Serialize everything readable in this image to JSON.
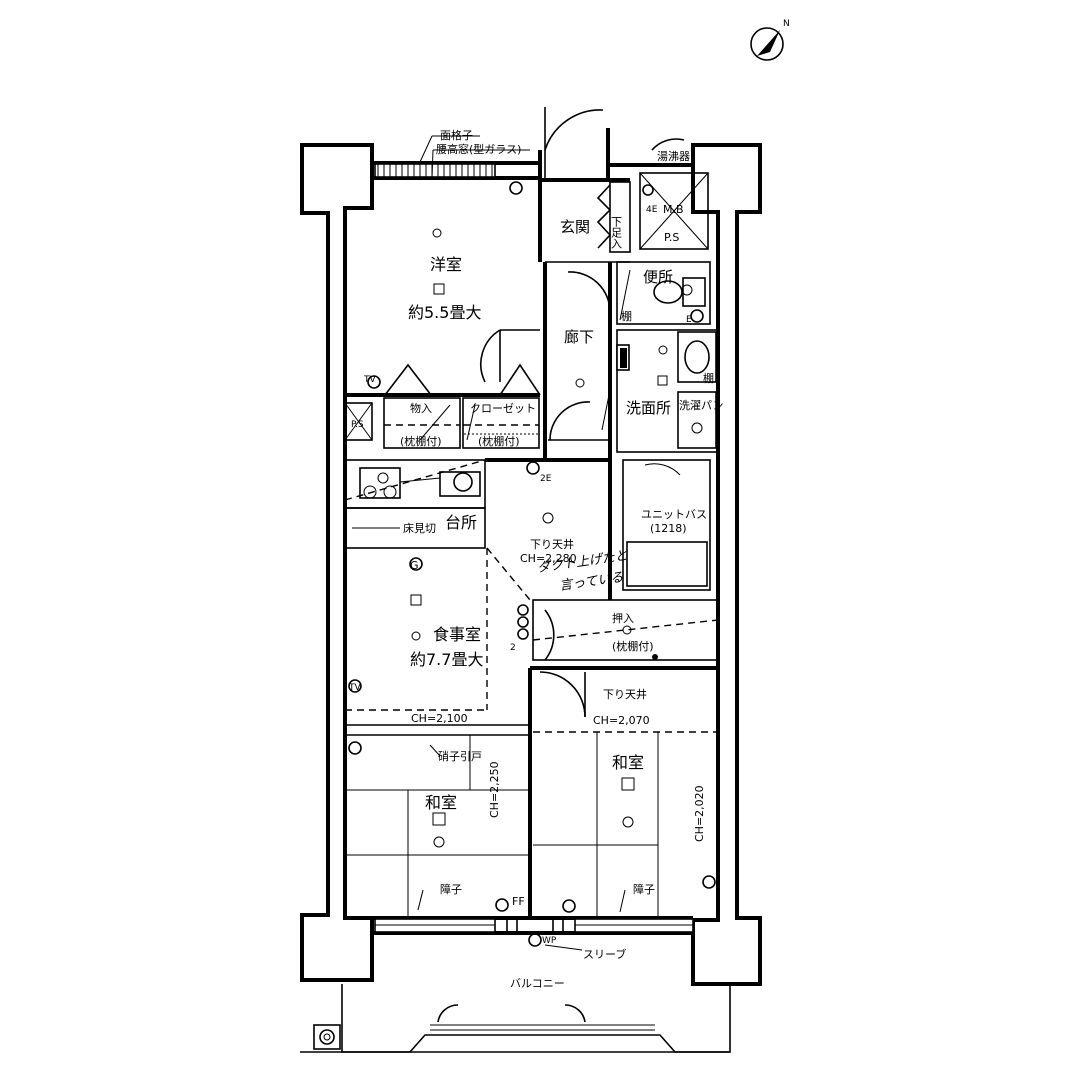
{
  "rooms": {
    "western": {
      "name": "洋室",
      "size": "約5.5畳大"
    },
    "entrance": "玄関",
    "corridor": "廊下",
    "toilet": "便所",
    "washroom": "洗面所",
    "laundry": "洗濯パン",
    "shoe": "下足入",
    "storage": "物入",
    "storage_note": "(枕棚付)",
    "closet": "クローゼット",
    "closet_note": "(枕棚付)",
    "ps": "P.S",
    "ps2": "P.S",
    "mb": "M.B",
    "heater": "湯沸器",
    "bath": {
      "name": "ユニットバス",
      "size": "(1218)"
    },
    "kitchen": "台所",
    "floor_inspect": "床見切",
    "dining": {
      "name": "食事室",
      "size": "約7.7畳大"
    },
    "oshiire": "押入",
    "oshiire_note": "(枕棚付)",
    "washitsu_left": "和室",
    "washitsu_right": "和室",
    "balcony": "バルコニー"
  },
  "labels": {
    "grille": "面格子",
    "window": "腰高窓(型ガラス)",
    "drop_ceiling1": "下り天井",
    "ch_2280": "CH=2,280",
    "drop_ceiling2": "下り天井",
    "ch_2070": "CH=2,070",
    "ch_2100": "CH=2,100",
    "ch_2250": "CH=2,250",
    "ch_2020": "CH=2,020",
    "glass_door": "硝子引戸",
    "shoji_left": "障子",
    "shoji_right": "障子",
    "sleeve": "スリーブ",
    "ff": "FF",
    "tana1": "棚",
    "tana2": "棚",
    "handwritten_1": "ダクト上げたと",
    "handwritten_2": "言っている",
    "north": "N",
    "tv1": "TV",
    "tv2": "TV",
    "g_mark": "G",
    "n2": "2",
    "n4e": "4E",
    "n2e": "2E",
    "e": "E",
    "wp": "WP"
  }
}
